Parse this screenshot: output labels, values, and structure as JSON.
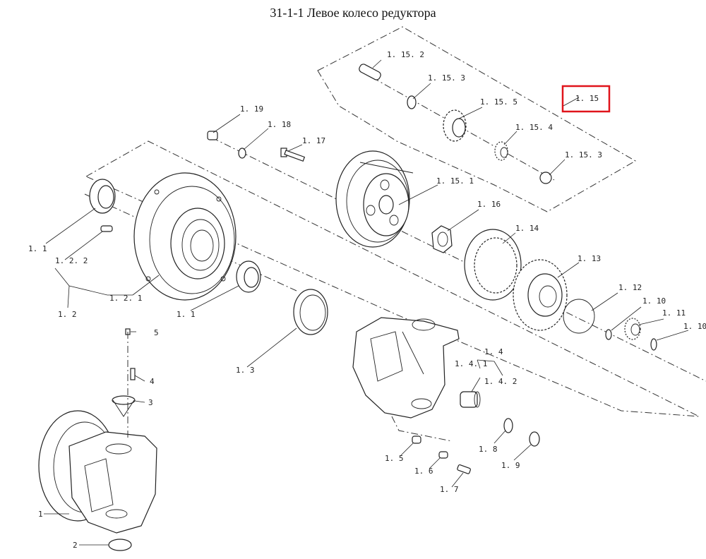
{
  "title": "31-1-1 Левое колесо редуктора",
  "highlight_color": "#e0141b",
  "labels": {
    "l_1_15_2": "1. 15. 2",
    "l_1_15_3a": "1. 15. 3",
    "l_1_15": "1. 15",
    "l_1_15_5": "1. 15. 5",
    "l_1_15_4": "1. 15. 4",
    "l_1_15_3b": "1. 15. 3",
    "l_1_15_1": "1. 15. 1",
    "l_1_19": "1. 19",
    "l_1_18": "1. 18",
    "l_1_17": "1. 17",
    "l_1_16": "1. 16",
    "l_1_14": "1. 14",
    "l_1_13": "1. 13",
    "l_1_12": "1. 12",
    "l_1_10a": "1. 10",
    "l_1_11": "1. 11",
    "l_1_10b": "1. 10",
    "l_1_1a": "1. 1",
    "l_1_2_2": "1. 2. 2",
    "l_1_2_1": "1. 2. 1",
    "l_1_2": "1. 2",
    "l_1_1b": "1. 1",
    "l_1_3": "1. 3",
    "l_1_4": "1. 4",
    "l_1_4_1": "1. 4. 1",
    "l_1_4_2": "1. 4. 2",
    "l_1_5": "1. 5",
    "l_1_6": "1. 6",
    "l_1_7": "1. 7",
    "l_1_8": "1. 8",
    "l_1_9": "1. 9",
    "l_5": "5",
    "l_4": "4",
    "l_3": "3",
    "l_1": "1",
    "l_2": "2"
  }
}
